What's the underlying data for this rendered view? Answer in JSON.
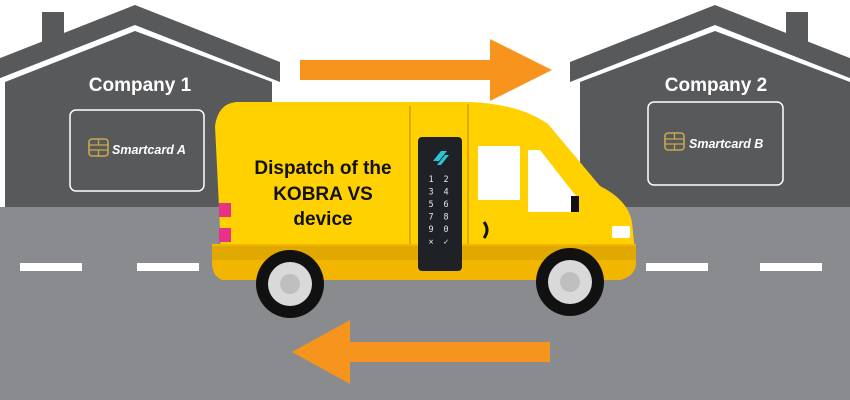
{
  "colors": {
    "house": "#58595b",
    "road": "#898b8e",
    "lane_marking": "#ffffff",
    "arrow": "#f7941d",
    "van_body": "#ffd100",
    "van_shadow": "#f2b600",
    "keypad": "#1e2226",
    "keypad_logo": "#29c4d6",
    "chip": "#c9a94e"
  },
  "company_left": {
    "label": "Company 1",
    "card_label": "Smartcard A",
    "chip_icon": "smartcard-chip-icon"
  },
  "company_right": {
    "label": "Company 2",
    "card_label": "Smartcard B",
    "chip_icon": "smartcard-chip-icon"
  },
  "van": {
    "text_lines": [
      "Dispatch of the",
      "KOBRA VS",
      "device"
    ],
    "keypad_icon": "kobra-logo-icon",
    "keys": [
      "1",
      "2",
      "3",
      "4",
      "5",
      "6",
      "7",
      "8",
      "9",
      "0",
      "×",
      "✓"
    ]
  },
  "arrows": [
    {
      "name": "arrow-top",
      "direction": "right"
    },
    {
      "name": "arrow-bottom",
      "direction": "left"
    }
  ]
}
